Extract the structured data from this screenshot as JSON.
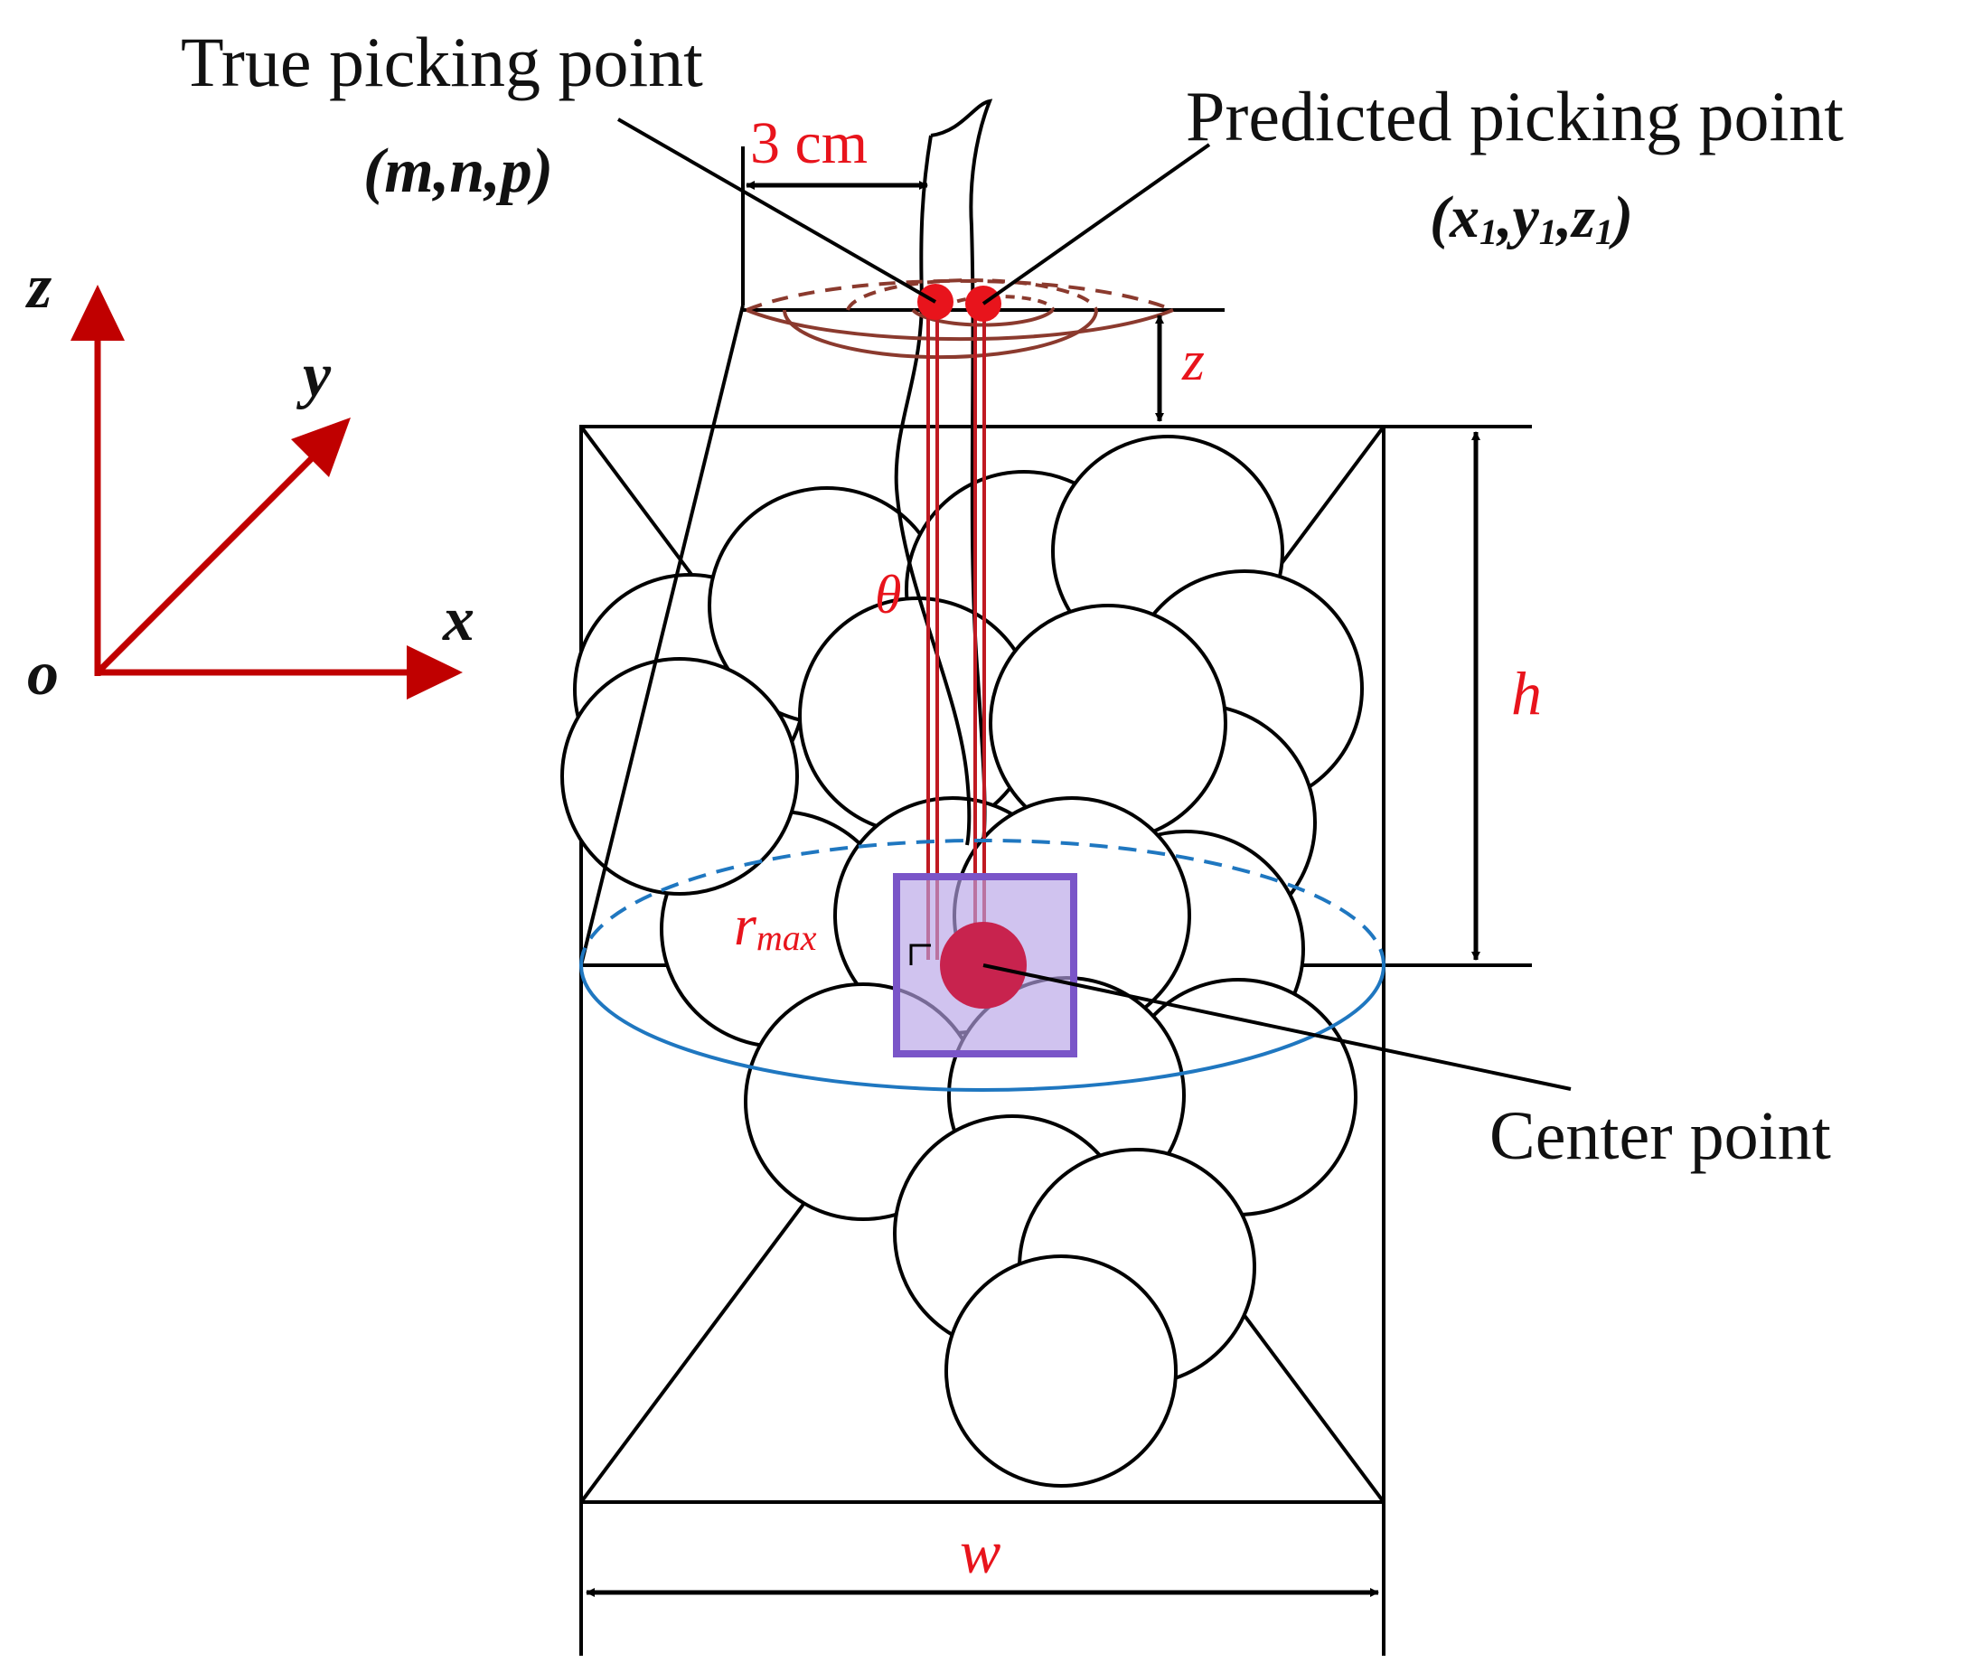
{
  "labels": {
    "true_picking_point": "True picking point",
    "true_point_coords": "(m,n,p)",
    "predicted_picking_point": "Predicted picking point",
    "predicted_point_coords": "(x1,y1,z1)",
    "predicted_coord_parts": [
      "(",
      "x",
      "1",
      ",",
      "y",
      "1",
      ",",
      "z",
      "1",
      ")"
    ],
    "center_point": "Center point",
    "dimension_3cm": "3 cm",
    "z_offset": "z",
    "height": "h",
    "width": "w",
    "theta": "θ",
    "r_max_main": "r",
    "r_max_sub": "max"
  },
  "axes": {
    "origin": "o",
    "x": "x",
    "y": "y",
    "z": "z"
  },
  "colors": {
    "axis_red": "#c00000",
    "label_red": "#e8141c",
    "ring_brown": "#8b3a2e",
    "ellipse_blue": "#1f77c0",
    "box_purple": "#7a55c8",
    "box_purple_fill": "#b7a3e6",
    "center_dot": "#c8234e",
    "pick_dot": "#e8141c"
  }
}
